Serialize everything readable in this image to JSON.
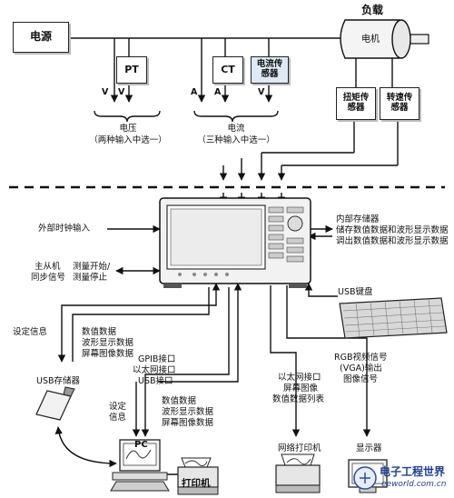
{
  "top": {
    "power_source": "电源",
    "load_title": "负载",
    "motor": "电机",
    "pt": "PT",
    "ct": "CT",
    "current_sensor": "电流传感器",
    "torque_sensor": "扭矩传感器",
    "speed_sensor": "转速传感器",
    "v_label": "V",
    "a_label": "A",
    "voltage_group": "电压",
    "voltage_choice": "（两种输入中选一）",
    "current_group": "电流",
    "current_choice": "（三种输入中选一）"
  },
  "bottom": {
    "ext_clock": "外部时钟输入",
    "master_slave": "主从机",
    "sync_signal": "同步信号",
    "measure_start": "测量开始/",
    "measure_stop": "测量停止",
    "internal_memory": "内部存储器",
    "store_line": "储存数值数据和波形显示数据",
    "recall_line": "调出数值数据和波形显示数据",
    "usb_keyboard": "USB键盘",
    "setting_info": "设定信息",
    "numeric_data": "数值数据",
    "waveform_data": "波形显示数据",
    "screen_data": "屏幕图像数据",
    "usb_storage": "USB存储器",
    "gpib": "GPIB接口",
    "ethernet": "以太网接口",
    "usb_port": "USB接口",
    "setting_info2_a": "设定",
    "setting_info2_b": "信息",
    "numeric_data2": "数值数据",
    "waveform_data2": "波形显示数据",
    "screen_data2": "屏幕图像数据",
    "pc": "PC",
    "printer": "打印机",
    "eth_port2": "以太网接口",
    "screen_image": "屏幕图像",
    "numeric_list": "数值数据列表",
    "network_printer": "网络打印机",
    "rgb_signal": "RGB视频信号",
    "vga_output": "(VGA)输出",
    "image_signal": "图像信号",
    "display": "显示器",
    "watermark_cn": "电子工程世界",
    "watermark_url": "eeworld.com.cn"
  }
}
